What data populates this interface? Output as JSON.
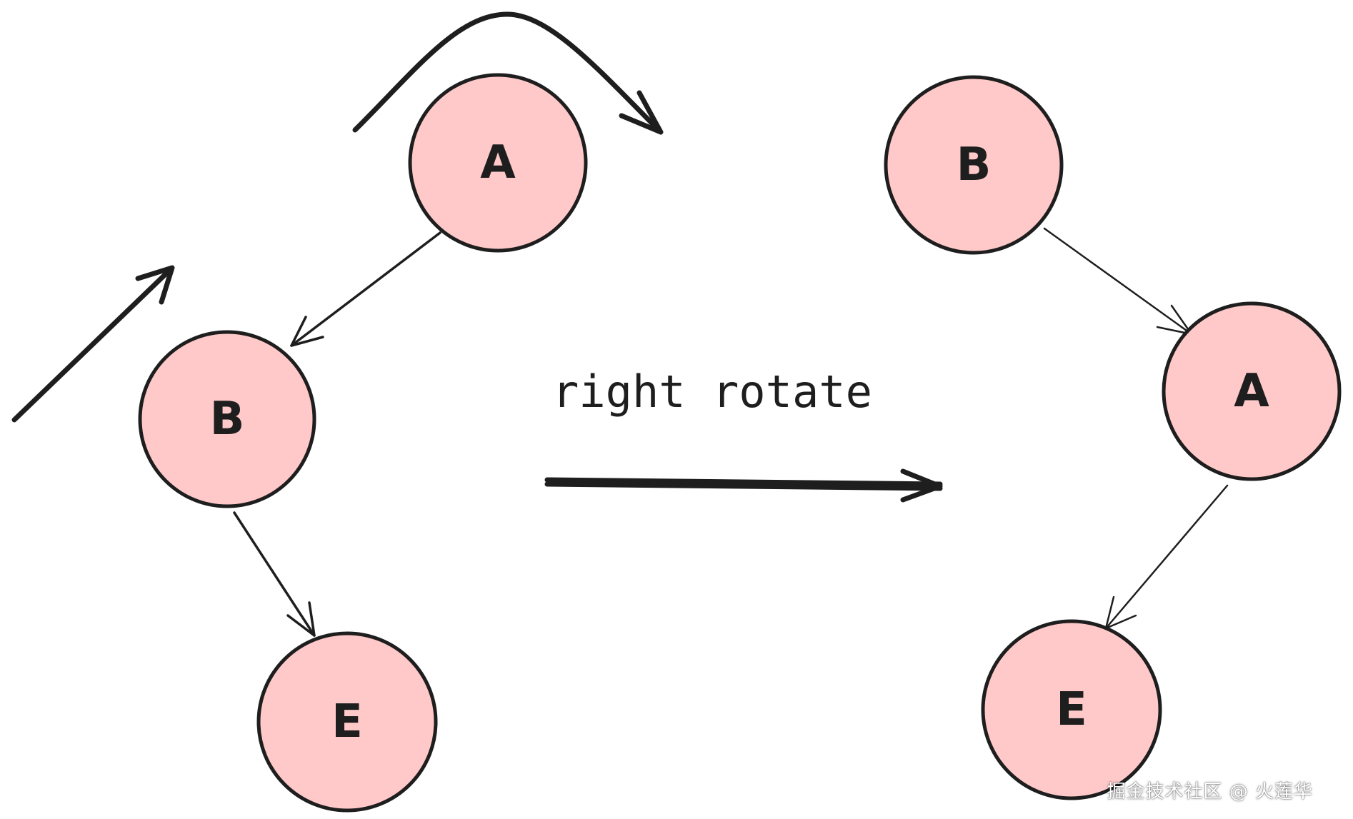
{
  "caption": "right rotate",
  "watermark": "掘金技术社区 @ 火莲华",
  "colors": {
    "node_fill": "#ffc9c9",
    "stroke": "#1e1e1e",
    "background": "#ffffff"
  },
  "before_tree": {
    "nodes": [
      "A",
      "B",
      "E"
    ],
    "edges": [
      [
        "A",
        "B"
      ],
      [
        "B",
        "E"
      ]
    ]
  },
  "after_tree": {
    "nodes": [
      "B",
      "A",
      "E"
    ],
    "edges": [
      [
        "B",
        "A"
      ],
      [
        "A",
        "E"
      ]
    ]
  }
}
